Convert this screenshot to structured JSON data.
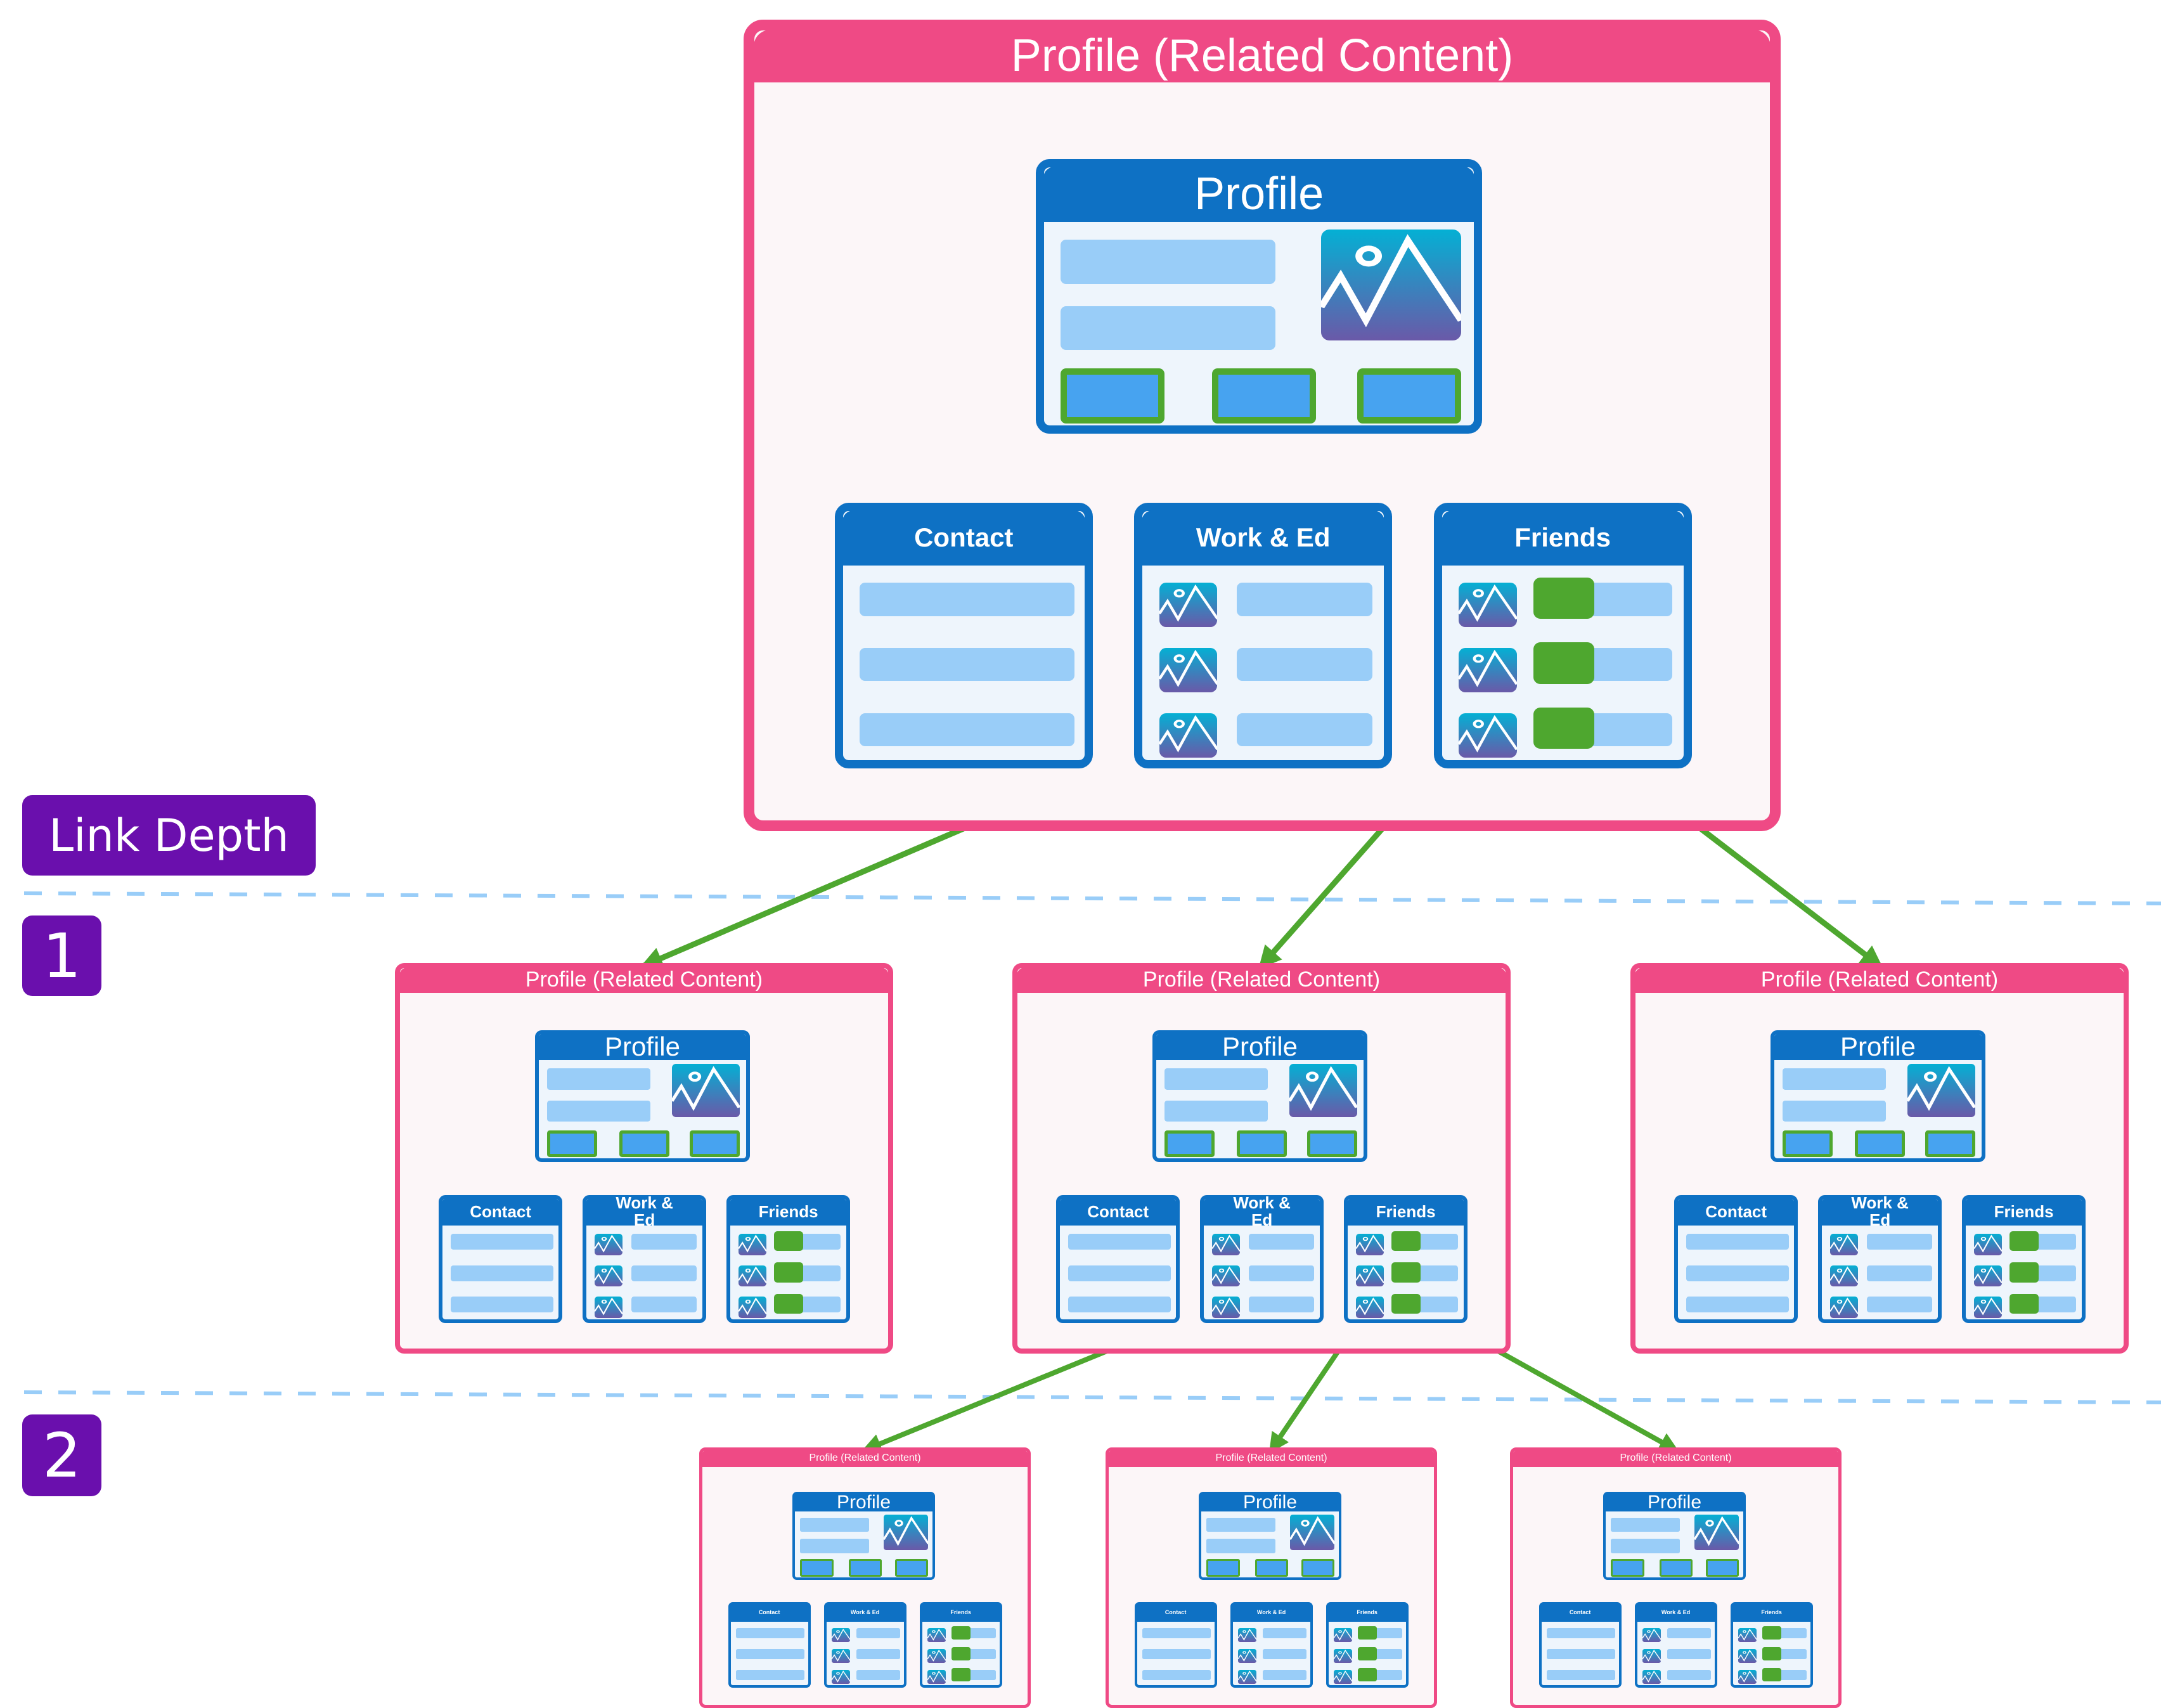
{
  "diagram": {
    "legend_label": "Link Depth",
    "depth_levels": [
      "1",
      "2"
    ],
    "colors": {
      "container": "#ef4a85",
      "container_fill": "#fcf6f8",
      "window": "#0e71c4",
      "window_fill": "#eef5fc",
      "placeholder_bar": "#99cdf8",
      "link_tile": "#47a3f0",
      "link": "#4ea72f",
      "badge": "#6a0fad",
      "depth_divider": "#99cdf8"
    },
    "root": {
      "container_title": "Profile (Related Content)",
      "profile_title": "Profile",
      "sections": [
        "Contact",
        "Work & Ed",
        "Friends"
      ]
    },
    "depth_1": [
      {
        "container_title": "Profile (Related Content)",
        "profile_title": "Profile",
        "sections": [
          "Contact",
          "Work & Ed",
          "Friends"
        ]
      },
      {
        "container_title": "Profile (Related Content)",
        "profile_title": "Profile",
        "sections": [
          "Contact",
          "Work & Ed",
          "Friends"
        ]
      },
      {
        "container_title": "Profile (Related Content)",
        "profile_title": "Profile",
        "sections": [
          "Contact",
          "Work & Ed",
          "Friends"
        ]
      }
    ],
    "depth_2": [
      {
        "container_title": "Profile (Related Content)",
        "profile_title": "Profile",
        "sections": [
          "Contact",
          "Work & Ed",
          "Friends"
        ]
      },
      {
        "container_title": "Profile (Related Content)",
        "profile_title": "Profile",
        "sections": [
          "Contact",
          "Work & Ed",
          "Friends"
        ]
      },
      {
        "container_title": "Profile (Related Content)",
        "profile_title": "Profile",
        "sections": [
          "Contact",
          "Work & Ed",
          "Friends"
        ]
      }
    ],
    "links": [
      {
        "from": "root.friends.1",
        "to": "depth_1.0"
      },
      {
        "from": "root.friends.2",
        "to": "depth_1.1"
      },
      {
        "from": "root.friends.3",
        "to": "depth_1.2"
      },
      {
        "from": "depth_1.1.friends.1",
        "to": "depth_2.0"
      },
      {
        "from": "depth_1.1.friends.2",
        "to": "depth_2.1"
      },
      {
        "from": "depth_1.1.friends.3",
        "to": "depth_2.2"
      }
    ]
  }
}
